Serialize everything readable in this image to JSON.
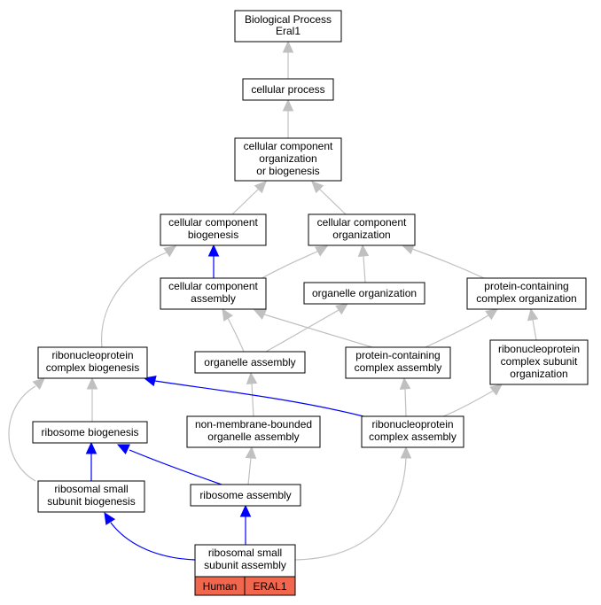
{
  "nodes": {
    "root": {
      "lines": [
        "Biological Process",
        "Eral1"
      ]
    },
    "cellular_process": {
      "lines": [
        "cellular process"
      ]
    },
    "ccob": {
      "lines": [
        "cellular component",
        "organization",
        "or biogenesis"
      ]
    },
    "ccb": {
      "lines": [
        "cellular component",
        "biogenesis"
      ]
    },
    "cco": {
      "lines": [
        "cellular component",
        "organization"
      ]
    },
    "cca": {
      "lines": [
        "cellular component",
        "assembly"
      ]
    },
    "org_org": {
      "lines": [
        "organelle organization"
      ]
    },
    "pcco": {
      "lines": [
        "protein-containing",
        "complex organization"
      ]
    },
    "rcb": {
      "lines": [
        "ribonucleoprotein",
        "complex biogenesis"
      ]
    },
    "org_asm": {
      "lines": [
        "organelle assembly"
      ]
    },
    "pcca": {
      "lines": [
        "protein-containing",
        "complex assembly"
      ]
    },
    "rcso": {
      "lines": [
        "ribonucleoprotein",
        "complex subunit",
        "organization"
      ]
    },
    "ribo_bio": {
      "lines": [
        "ribosome biogenesis"
      ]
    },
    "nmboa": {
      "lines": [
        "non-membrane-bounded",
        "organelle assembly"
      ]
    },
    "rca": {
      "lines": [
        "ribonucleoprotein",
        "complex assembly"
      ]
    },
    "rssb": {
      "lines": [
        "ribosomal small",
        "subunit biogenesis"
      ]
    },
    "ribo_asm": {
      "lines": [
        "ribosome assembly"
      ]
    },
    "rssa": {
      "lines": [
        "ribosomal small",
        "subunit assembly"
      ]
    }
  },
  "gene_row": {
    "species": "Human",
    "gene": "ERAL1"
  },
  "colors": {
    "gray_edge": "#c0c0c0",
    "blue_edge": "#0000ff",
    "gene_fill": "#f0674e"
  }
}
